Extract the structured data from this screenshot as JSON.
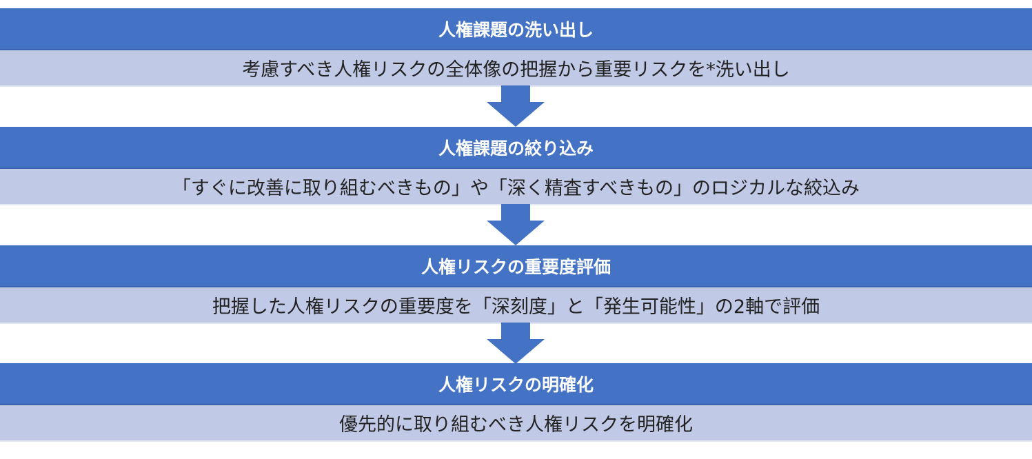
{
  "steps": [
    {
      "title": "人権課題の洗い出し",
      "description": "考慮すべき人権リスクの全体像の把握から重要リスクを*洗い出し"
    },
    {
      "title": "人権課題の絞り込み",
      "description": "「すぐに改善に取り組むべきもの」や「深く精査すべきもの」のロジカルな絞込み"
    },
    {
      "title": "人権リスクの重要度評価",
      "description": "把握した人権リスクの重要度を「深刻度」と「発生可能性」の2軸で評価"
    },
    {
      "title": "人権リスクの明確化",
      "description": "優先的に取り組むべき人権リスクを明確化"
    }
  ],
  "colors": {
    "header": "#4472c4",
    "description": "#c0cae6",
    "arrow": "#4472c4"
  }
}
